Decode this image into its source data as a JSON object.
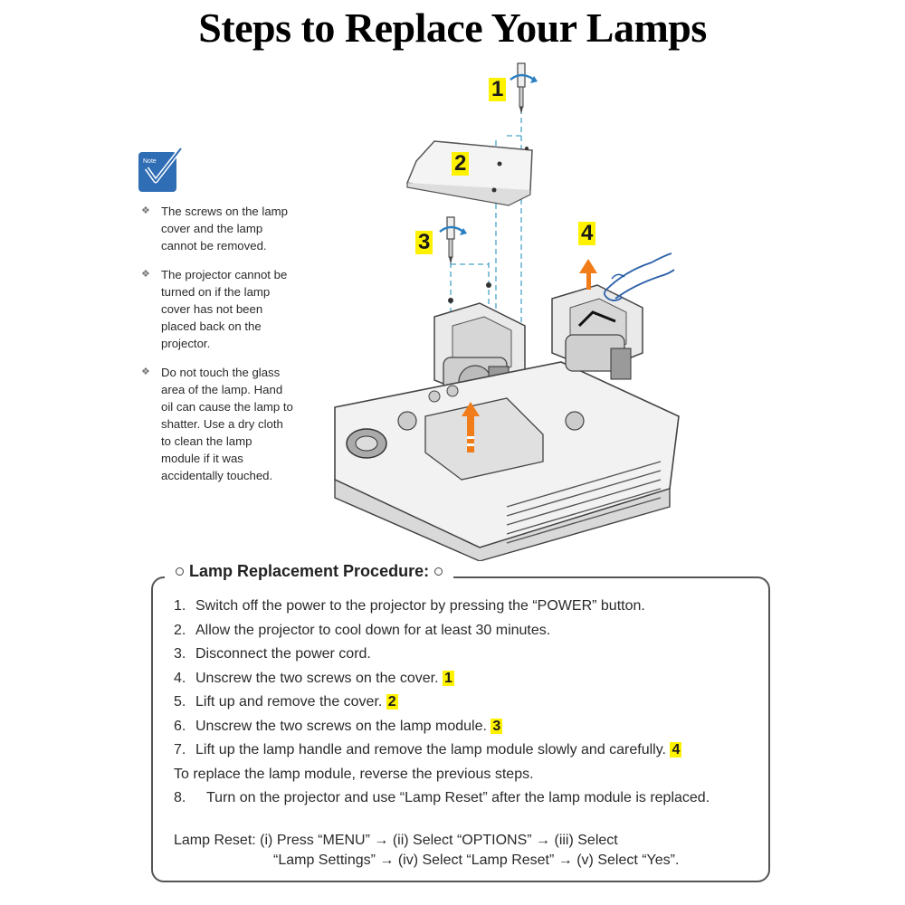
{
  "title": "Steps to Replace Your Lamps",
  "note_icon_label": "Note",
  "notes": [
    "The screws on the lamp cover and the lamp cannot be removed.",
    "The projector cannot be turned on if the lamp cover has not been placed back on the projector.",
    "Do not touch the glass area of the lamp. Hand oil can cause the lamp to shatter. Use a dry cloth to clean the lamp module if it was accidentally touched."
  ],
  "diagram_steps": [
    "1",
    "2",
    "3",
    "4"
  ],
  "procedure": {
    "title": "Lamp Replacement Procedure:",
    "steps": [
      {
        "num": "1.",
        "text": "Switch off the power to the projector by pressing the “POWER” button.",
        "marker": ""
      },
      {
        "num": "2.",
        "text": "Allow the projector to cool down for at least 30 minutes.",
        "marker": ""
      },
      {
        "num": "3.",
        "text": "Disconnect the power cord.",
        "marker": ""
      },
      {
        "num": "4.",
        "text": "Unscrew the two screws on the cover.",
        "marker": "1"
      },
      {
        "num": "5.",
        "text": "Lift up and remove the cover.",
        "marker": "2"
      },
      {
        "num": "6.",
        "text": "Unscrew the two screws on the lamp module.",
        "marker": "3"
      },
      {
        "num": "7.",
        "text": "Lift up the lamp handle and remove the lamp module slowly and carefully.",
        "marker": "4"
      }
    ],
    "reverse_note": "To replace the lamp module, reverse the previous steps.",
    "step8": {
      "num": "8.",
      "text": "Turn on the projector and use “Lamp Reset” after the lamp module is replaced."
    },
    "reset_line1": "Lamp Reset: (i) Press “MENU” → (ii) Select “OPTIONS” → (iii) Select",
    "reset_line2": "“Lamp Settings” → (iv) Select “Lamp Reset” → (v) Select “Yes”."
  },
  "colors": {
    "highlight": "#fff200",
    "note_icon": "#2f6db5",
    "arrow_orange": "#f07d1a",
    "arrow_blue": "#2a7fc1",
    "dashed_line": "#4aa3c8"
  }
}
